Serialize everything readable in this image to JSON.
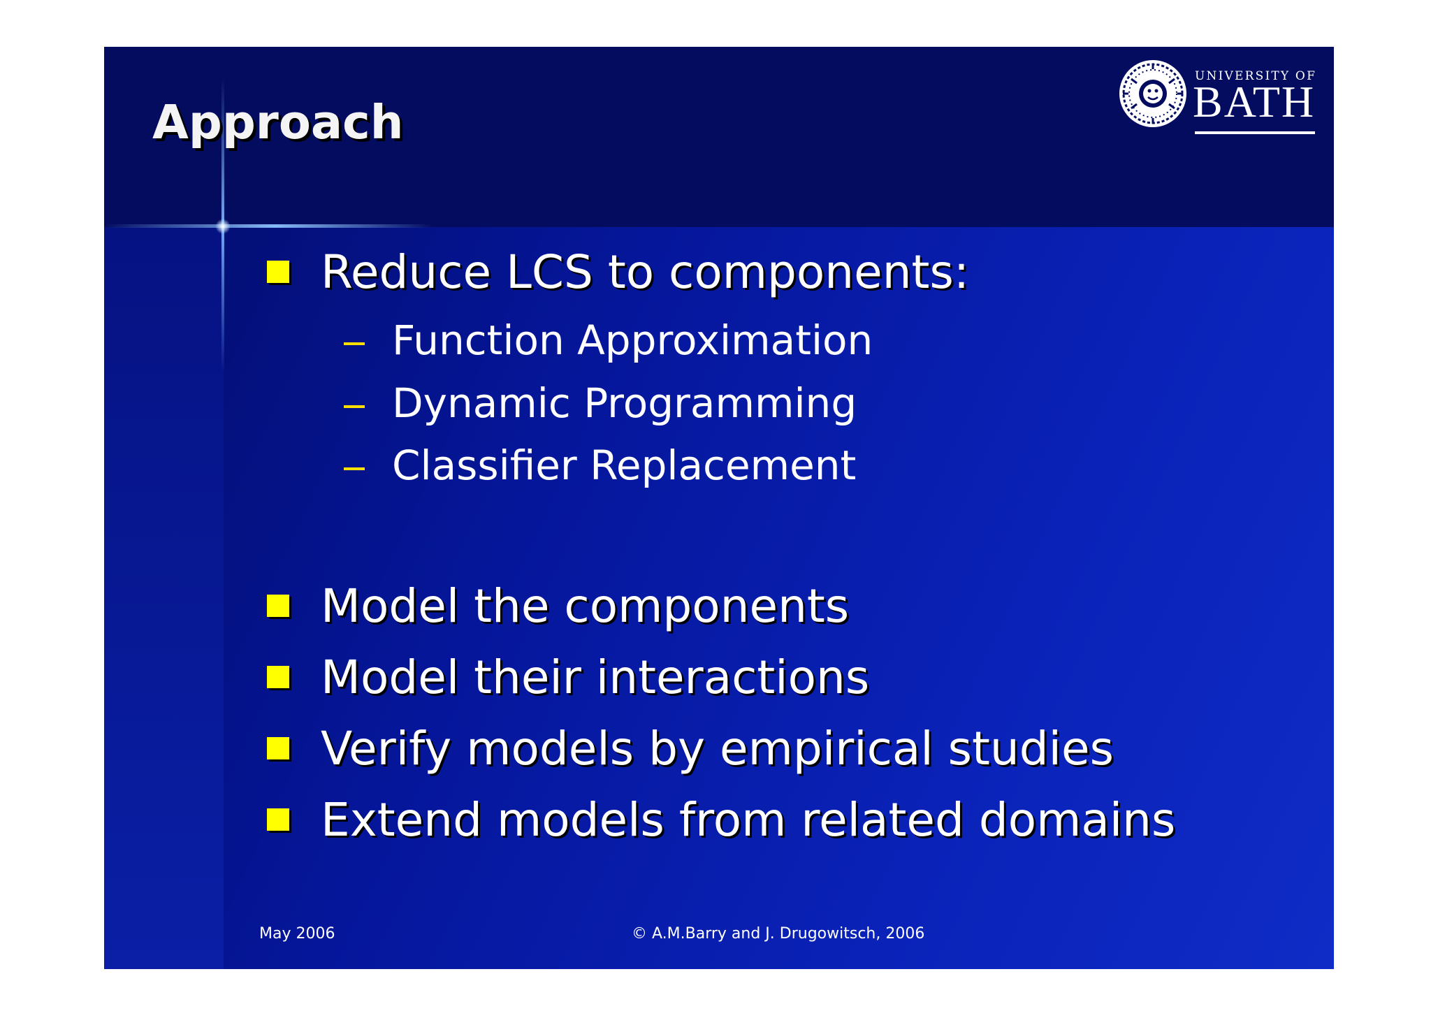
{
  "slide": {
    "title": "Approach",
    "logo": {
      "university_text": "UNIVERSITY OF",
      "name_text": "BATH",
      "seal_icon": "university-seal-icon"
    },
    "bullets": [
      {
        "text": "Reduce LCS to components:",
        "sub_items": [
          "Function Approximation",
          "Dynamic Programming",
          "Classifier Replacement"
        ]
      },
      {
        "text": "Model the components"
      },
      {
        "text": "Model their interactions"
      },
      {
        "text": "Verify models by empirical studies"
      },
      {
        "text": "Extend models from related domains"
      }
    ],
    "footer": {
      "date": "May 2006",
      "copyright": "© A.M.Barry and J. Drugowitsch, 2006"
    },
    "colors": {
      "background": "#0a1fa6",
      "header_band": "#040c60",
      "bullet_marker": "#ffff00",
      "dash_marker": "#ffe000",
      "text": "#ffffff"
    }
  }
}
